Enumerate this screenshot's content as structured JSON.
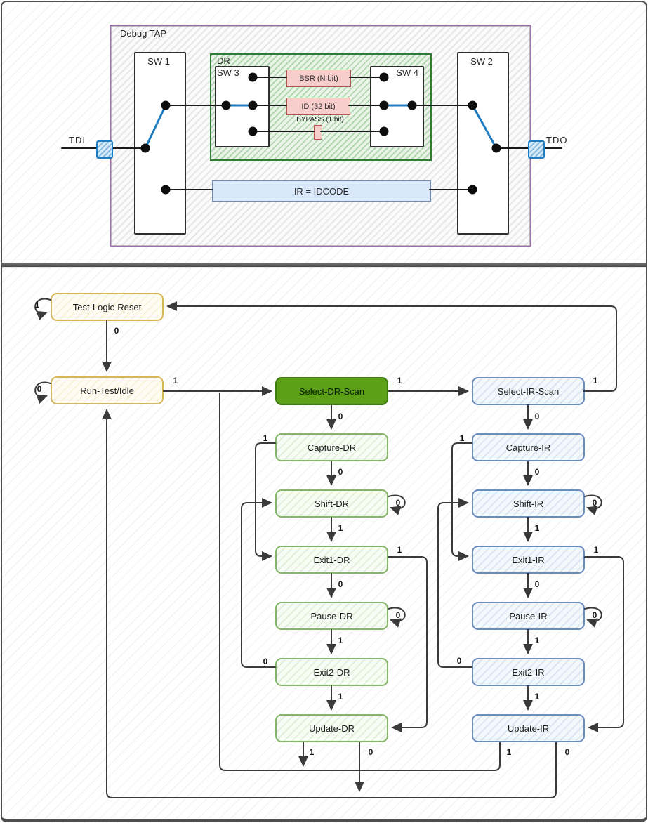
{
  "top_diagram": {
    "container_label": "Debug TAP",
    "dr_group_label": "DR",
    "switch_labels": {
      "sw1": "SW 1",
      "sw2": "SW 2",
      "sw3": "SW 3",
      "sw4": "SW 4"
    },
    "registers": {
      "bsr": "BSR (N bit)",
      "id": "ID (32 bit)",
      "bypass": "BYPASS (1 bit)"
    },
    "ir_register_label": "IR = IDCODE",
    "pin_labels": {
      "tdi": "TDI",
      "tdo": "TDO"
    },
    "colors": {
      "container_border": "#9673a6",
      "dr_border": "#2e7d32",
      "register_fill": "#f8cecc",
      "register_border": "#b85450",
      "ir_fill": "#dae8fc",
      "ir_border": "#6c8ebf",
      "active_path": "#1e7cc0",
      "wire": "#1a1a1a"
    }
  },
  "state_machine": {
    "states": [
      {
        "id": "tlr",
        "label": "Test-Logic-Reset",
        "style": "yellow"
      },
      {
        "id": "rti",
        "label": "Run-Test/Idle",
        "style": "yellow"
      },
      {
        "id": "seldr",
        "label": "Select-DR-Scan",
        "style": "green-solid"
      },
      {
        "id": "selir",
        "label": "Select-IR-Scan",
        "style": "blue"
      },
      {
        "id": "capdr",
        "label": "Capture-DR",
        "style": "green"
      },
      {
        "id": "shiftdr",
        "label": "Shift-DR",
        "style": "green"
      },
      {
        "id": "exit1dr",
        "label": "Exit1-DR",
        "style": "green"
      },
      {
        "id": "pausedr",
        "label": "Pause-DR",
        "style": "green"
      },
      {
        "id": "exit2dr",
        "label": "Exit2-DR",
        "style": "green"
      },
      {
        "id": "updatedr",
        "label": "Update-DR",
        "style": "green"
      },
      {
        "id": "capir",
        "label": "Capture-IR",
        "style": "blue"
      },
      {
        "id": "shiftir",
        "label": "Shift-IR",
        "style": "blue"
      },
      {
        "id": "exit1ir",
        "label": "Exit1-IR",
        "style": "blue"
      },
      {
        "id": "pauseir",
        "label": "Pause-IR",
        "style": "blue"
      },
      {
        "id": "exit2ir",
        "label": "Exit2-IR",
        "style": "blue"
      },
      {
        "id": "updateir",
        "label": "Update-IR",
        "style": "blue"
      }
    ],
    "transitions": [
      {
        "from": "tlr",
        "to": "tlr",
        "on": "1"
      },
      {
        "from": "tlr",
        "to": "rti",
        "on": "0"
      },
      {
        "from": "rti",
        "to": "rti",
        "on": "0"
      },
      {
        "from": "rti",
        "to": "seldr",
        "on": "1"
      },
      {
        "from": "seldr",
        "to": "selir",
        "on": "1"
      },
      {
        "from": "seldr",
        "to": "capdr",
        "on": "0"
      },
      {
        "from": "selir",
        "to": "tlr",
        "on": "1"
      },
      {
        "from": "selir",
        "to": "capir",
        "on": "0"
      },
      {
        "from": "capdr",
        "to": "exit1dr",
        "on": "1"
      },
      {
        "from": "capdr",
        "to": "shiftdr",
        "on": "0"
      },
      {
        "from": "shiftdr",
        "to": "shiftdr",
        "on": "0"
      },
      {
        "from": "shiftdr",
        "to": "exit1dr",
        "on": "1"
      },
      {
        "from": "exit1dr",
        "to": "pausedr",
        "on": "0"
      },
      {
        "from": "exit1dr",
        "to": "updatedr",
        "on": "1"
      },
      {
        "from": "pausedr",
        "to": "pausedr",
        "on": "0"
      },
      {
        "from": "pausedr",
        "to": "exit2dr",
        "on": "1"
      },
      {
        "from": "exit2dr",
        "to": "shiftdr",
        "on": "0"
      },
      {
        "from": "exit2dr",
        "to": "updatedr",
        "on": "1"
      },
      {
        "from": "updatedr",
        "to": "seldr",
        "on": "1"
      },
      {
        "from": "updatedr",
        "to": "rti",
        "on": "0"
      },
      {
        "from": "capir",
        "to": "exit1ir",
        "on": "1"
      },
      {
        "from": "capir",
        "to": "shiftir",
        "on": "0"
      },
      {
        "from": "shiftir",
        "to": "shiftir",
        "on": "0"
      },
      {
        "from": "shiftir",
        "to": "exit1ir",
        "on": "1"
      },
      {
        "from": "exit1ir",
        "to": "pauseir",
        "on": "0"
      },
      {
        "from": "exit1ir",
        "to": "updateir",
        "on": "1"
      },
      {
        "from": "pauseir",
        "to": "pauseir",
        "on": "0"
      },
      {
        "from": "pauseir",
        "to": "exit2ir",
        "on": "1"
      },
      {
        "from": "exit2ir",
        "to": "shiftir",
        "on": "0"
      },
      {
        "from": "exit2ir",
        "to": "updateir",
        "on": "1"
      },
      {
        "from": "updateir",
        "to": "seldr",
        "on": "1"
      },
      {
        "from": "updateir",
        "to": "rti",
        "on": "0"
      }
    ],
    "colors": {
      "yellow_border": "#d6b656",
      "green_border": "#85b56a",
      "blue_border": "#6c8ebf",
      "green_solid_fill": "#5ba016",
      "edge": "#3a3a3a"
    }
  }
}
